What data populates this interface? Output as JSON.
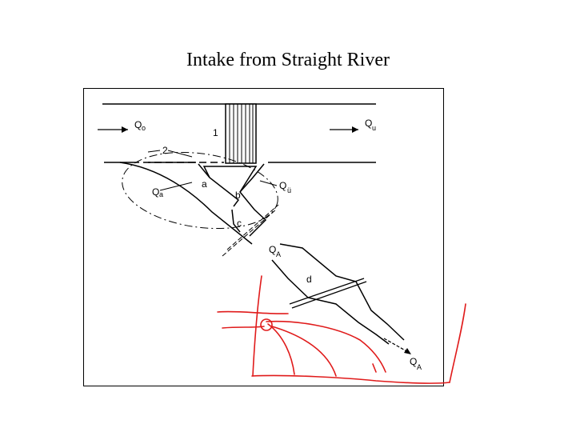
{
  "title": "Intake from Straight River",
  "labels": {
    "q0": "Q",
    "q0_sub": "o",
    "qu": "Q",
    "qu_sub": "u",
    "num1": "1",
    "num2": "2",
    "a": "a",
    "b": "b",
    "c": "c",
    "d": "d",
    "qa_left": "Q",
    "qa_left_sub": "a",
    "qu_branch": "Q",
    "qu_branch_sub": "ü",
    "qa_mid": "Q",
    "qa_mid_sub": "A",
    "qa_end": "Q",
    "qa_end_sub": "A"
  },
  "colors": {
    "ink": "#000000",
    "annotation": "#e01b1b"
  }
}
